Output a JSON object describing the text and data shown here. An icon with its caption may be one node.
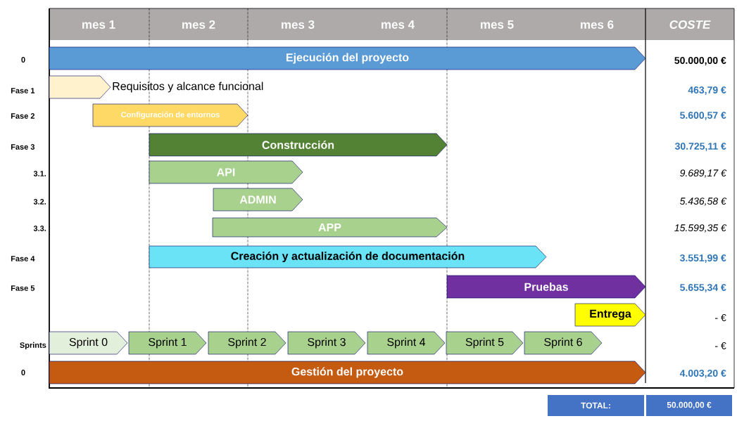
{
  "diagram": {
    "nodes": [
      {
        "text": [
          "Ejecución del proyecto"
        ]
      },
      {
        "text": [],
        "shape": "arrow",
        "beside": [
          "Requisitos y alcance funcional"
        ]
      },
      {
        "text": [
          "Configuración de entornos"
        ]
      },
      {
        "text": [
          "Construcción"
        ]
      },
      {
        "text": [
          "API"
        ]
      },
      {
        "text": [
          "ADMIN"
        ]
      },
      {
        "text": [
          "APP"
        ]
      },
      {
        "text": [
          "Creación y actualización de documentación"
        ]
      },
      {
        "text": [
          "Pruebas"
        ]
      },
      {
        "text": [
          "Entrega"
        ]
      },
      {
        "text": [
          "Sprint 0"
        ]
      },
      {
        "text": [
          "Sprint 1"
        ]
      },
      {
        "text": [
          "Sprint 2"
        ]
      },
      {
        "text": [
          "Sprint 3"
        ]
      },
      {
        "text": [
          "Sprint 4"
        ]
      },
      {
        "text": [
          "Sprint 5"
        ]
      },
      {
        "text": [
          "Sprint 6"
        ]
      },
      {
        "text": [
          "Gestión del proyecto"
        ]
      }
    ],
    "edges": [],
    "labels": [
      "mes 1",
      "mes 2",
      "mes 3",
      "mes 4",
      "mes 5",
      "mes 6",
      "COSTE",
      "0",
      "50.000,00 €",
      "Fase 1",
      "463,79 €",
      "Fase 2",
      "5.600,57 €",
      "Fase 3",
      "30.725,11 €",
      "3.1.",
      "9.689,17 €",
      "3.2.",
      "5.436,58 €",
      "3.3.",
      "15.599,35 €",
      "Fase 4",
      "3.551,99 €",
      "Fase 5",
      "5.655,34 €",
      "- €",
      "Sprints",
      "- €",
      "0",
      "4.003,20 €",
      "TOTAL:",
      "50.000,00 €"
    ]
  }
}
